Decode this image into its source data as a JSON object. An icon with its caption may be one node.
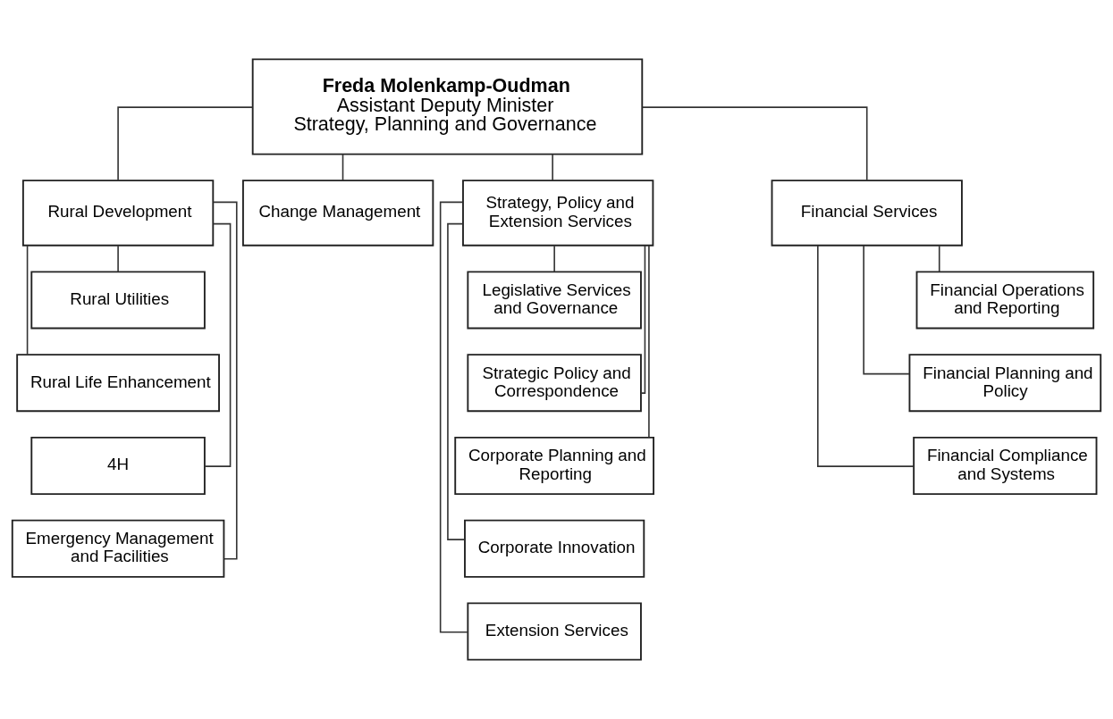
{
  "diagram": {
    "nodes": [
      {
        "text": [
          "Freda Molenkamp-Oudman",
          "Assistant Deputy Minister",
          "Strategy, Planning and Governance"
        ]
      },
      {
        "text": [
          "Rural Development"
        ]
      },
      {
        "text": [
          "Change Management"
        ]
      },
      {
        "text": [
          "Strategy, Policy and Extension Services"
        ]
      },
      {
        "text": [
          "Financial Services"
        ]
      },
      {
        "text": [
          "Rural Utilities"
        ]
      },
      {
        "text": [
          "Rural Life Enhancement"
        ]
      },
      {
        "text": [
          "4H"
        ]
      },
      {
        "text": [
          "Emergency Management and Facilities"
        ]
      },
      {
        "text": [
          "Legislative Services and Governance"
        ]
      },
      {
        "text": [
          "Strategic Policy and Correspondence"
        ]
      },
      {
        "text": [
          "Corporate Planning and Reporting"
        ]
      },
      {
        "text": [
          "Corporate Innovation"
        ]
      },
      {
        "text": [
          "Extension Services"
        ]
      },
      {
        "text": [
          "Financial Operations and Reporting"
        ]
      },
      {
        "text": [
          "Financial Planning and Policy"
        ]
      },
      {
        "text": [
          "Financial Compliance and Systems"
        ]
      }
    ],
    "edges": [
      {
        "from": 0,
        "to": 1,
        "arrow": "none"
      },
      {
        "from": 0,
        "to": 2,
        "arrow": "none"
      },
      {
        "from": 0,
        "to": 3,
        "arrow": "none"
      },
      {
        "from": 0,
        "to": 4,
        "arrow": "none"
      },
      {
        "from": 1,
        "to": 5,
        "arrow": "none"
      },
      {
        "from": 1,
        "to": 6,
        "arrow": "none"
      },
      {
        "from": 1,
        "to": 7,
        "arrow": "none"
      },
      {
        "from": 1,
        "to": 8,
        "arrow": "none"
      },
      {
        "from": 3,
        "to": 9,
        "arrow": "none"
      },
      {
        "from": 3,
        "to": 10,
        "arrow": "none"
      },
      {
        "from": 3,
        "to": 11,
        "arrow": "none"
      },
      {
        "from": 3,
        "to": 12,
        "arrow": "none"
      },
      {
        "from": 3,
        "to": 13,
        "arrow": "none"
      },
      {
        "from": 4,
        "to": 14,
        "arrow": "none"
      },
      {
        "from": 4,
        "to": 15,
        "arrow": "none"
      },
      {
        "from": 4,
        "to": 16,
        "arrow": "none"
      }
    ]
  }
}
